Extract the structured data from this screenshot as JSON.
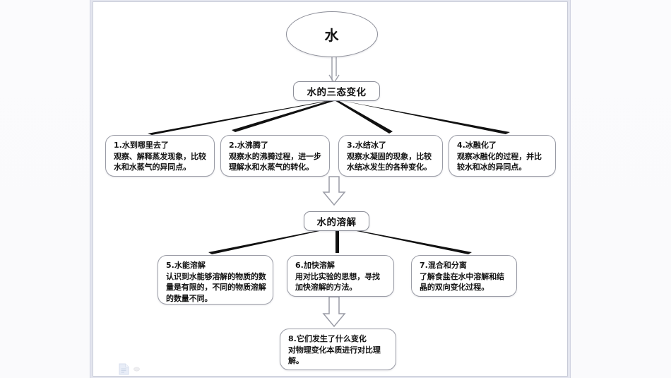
{
  "slide": {
    "root": {
      "label": "水",
      "shape": "ellipse"
    },
    "branches": [
      {
        "label": "水的三态变化",
        "children": [
          {
            "head": "1.水到哪里去了",
            "body": "观察、解释蒸发现象，比较水和水蒸气的异同点。"
          },
          {
            "head": "2.水沸腾了",
            "body": "观察水的沸腾过程，进一步理解水和水蒸气的转化。"
          },
          {
            "head": "3.水结冰了",
            "body": "观察水凝固的现象，比较水结冰发生的各种变化。"
          },
          {
            "head": "4.冰融化了",
            "body": "观察冰融化的过程，并比较水和冰的异同点。"
          }
        ]
      },
      {
        "label": "水的溶解",
        "children": [
          {
            "head": "5.水能溶解",
            "body": "认识到水能够溶解的物质的数量是有限的，不同的物质溶解的数量不同。"
          },
          {
            "head": "6.加快溶解",
            "body": "用对比实验的思想，寻找加快溶解的方法。"
          },
          {
            "head": "7.混合和分离",
            "body": "了解食盐在水中溶解和结晶的双向变化过程。"
          }
        ]
      }
    ],
    "final": {
      "head": "8.它们发生了什么变化",
      "body": "对物理变化本质进行对比理解。"
    },
    "icons": {
      "document": "document-icon",
      "marker": "marker-dot-icon"
    },
    "colors": {
      "node_border": "#8d8f99",
      "leaf_border": "#9a9ca6",
      "connector": "#111111",
      "arrow": "#9a9ca6",
      "frame": "#c8cbd8",
      "canvas": "#ffffff"
    }
  }
}
